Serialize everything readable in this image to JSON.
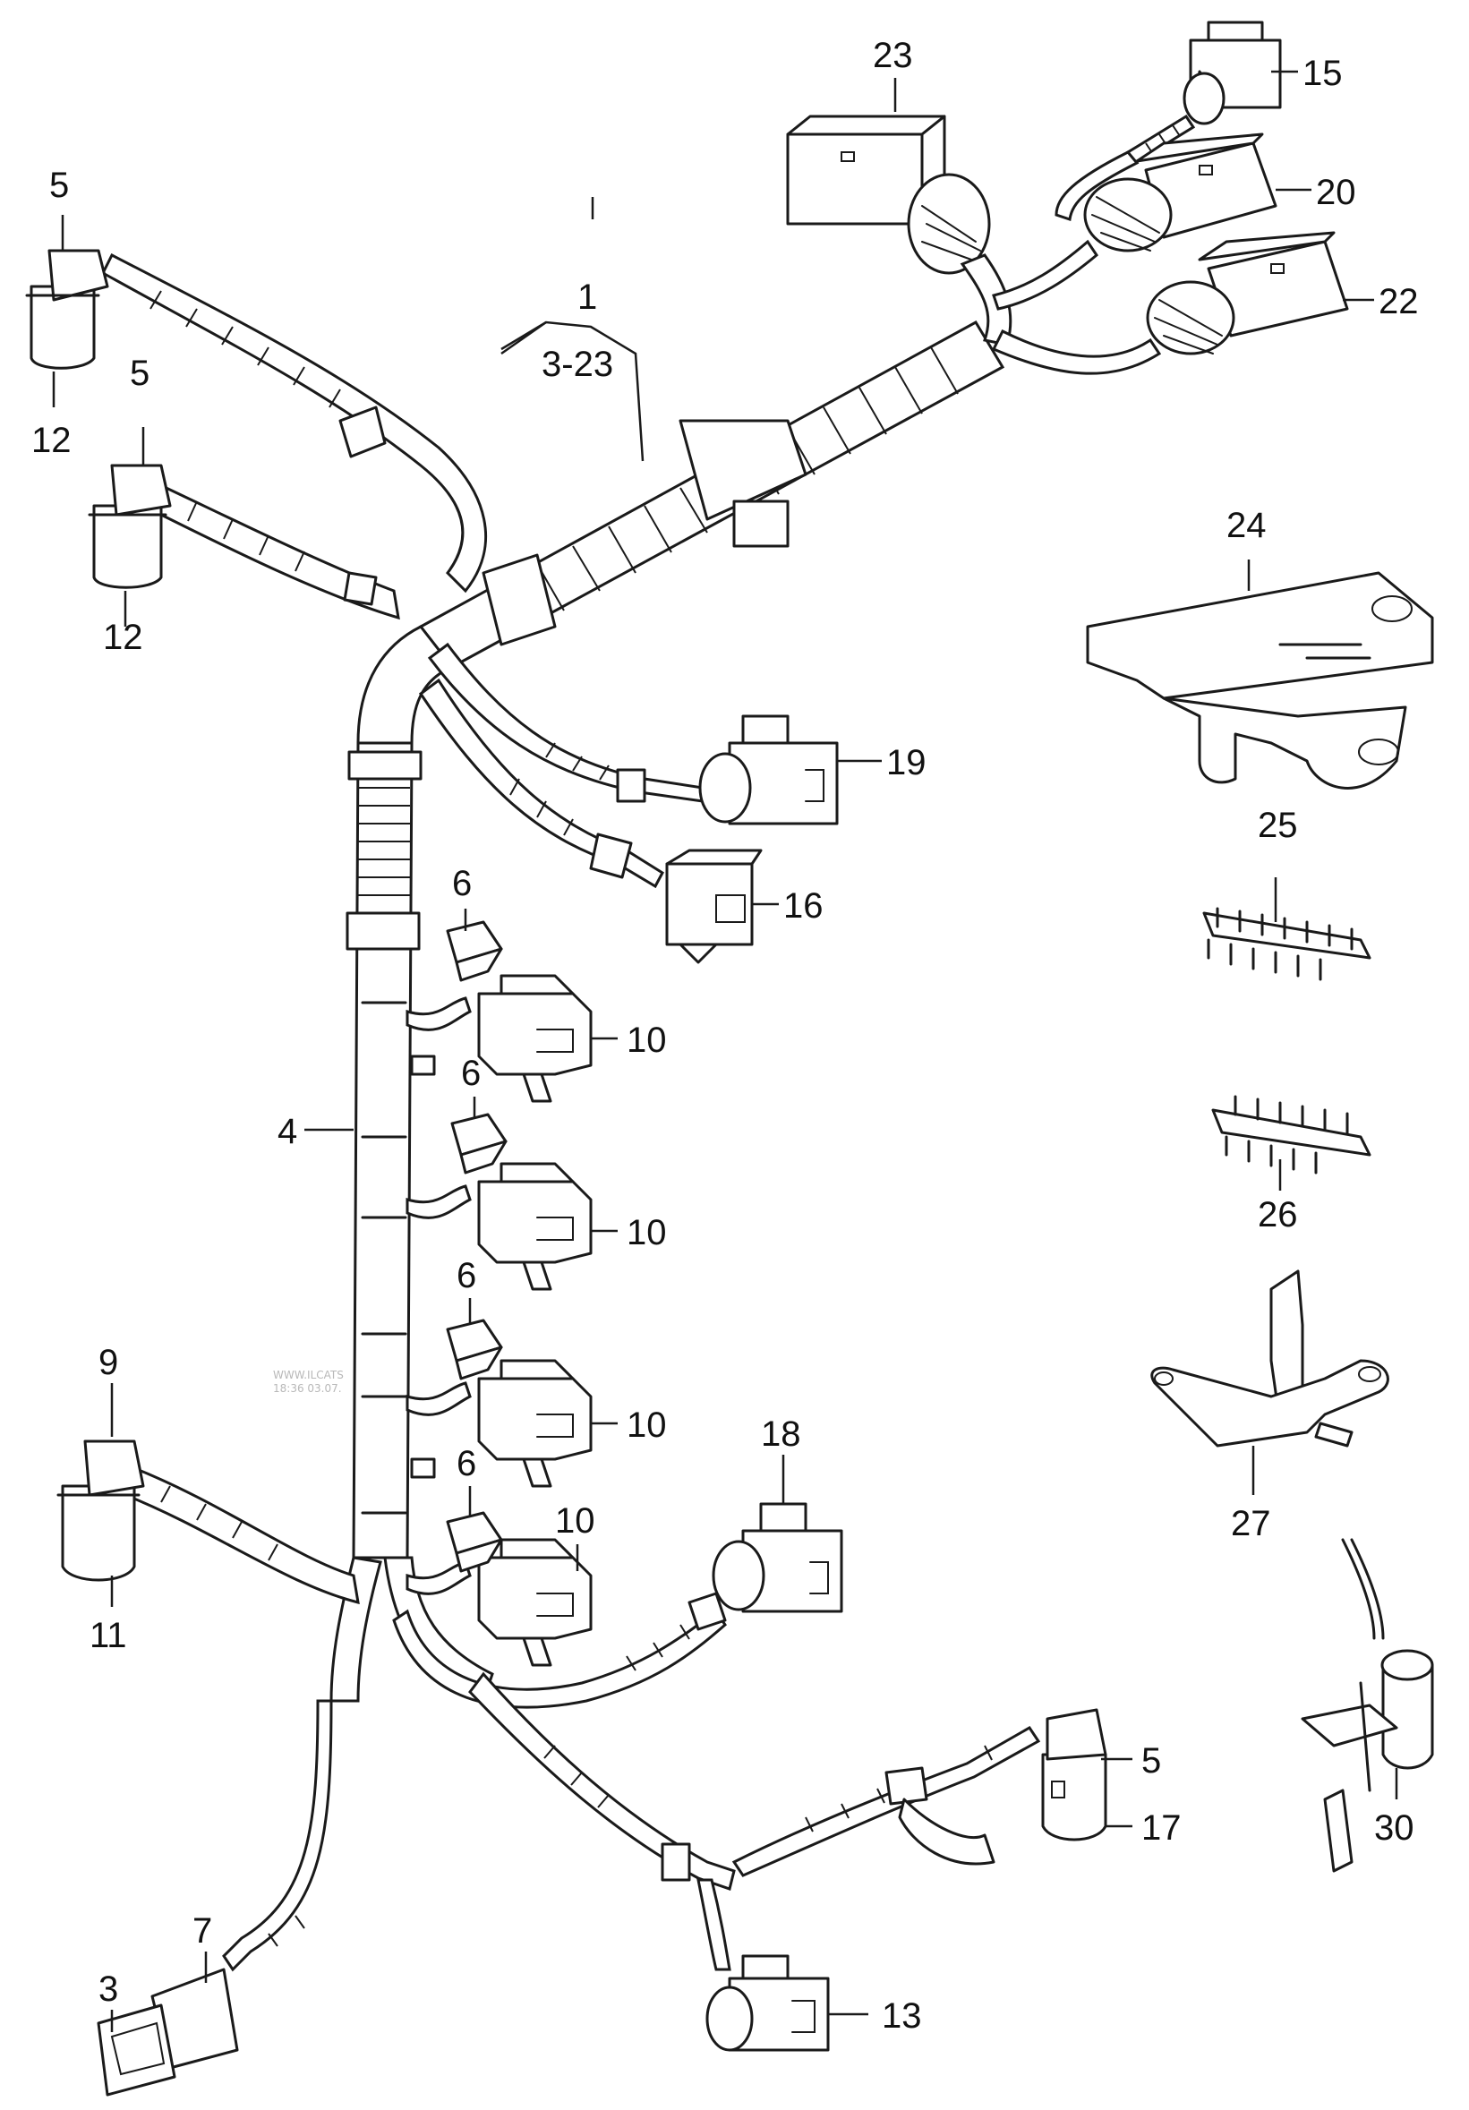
{
  "watermark": {
    "line1": "WWW.ILCATS",
    "line2": "18:36 03.07."
  },
  "group_label": {
    "number": "1",
    "range": "3-23"
  },
  "callouts": {
    "c3": "3",
    "c4": "4",
    "c5a": "5",
    "c5b": "5",
    "c5c": "5",
    "c6a": "6",
    "c6b": "6",
    "c6c": "6",
    "c6d": "6",
    "c7": "7",
    "c9": "9",
    "c10a": "10",
    "c10b": "10",
    "c10c": "10",
    "c10d": "10",
    "c11": "11",
    "c12a": "12",
    "c12b": "12",
    "c13": "13",
    "c15": "15",
    "c16": "16",
    "c17": "17",
    "c18": "18",
    "c19": "19",
    "c20": "20",
    "c22": "22",
    "c23": "23",
    "c24": "24",
    "c25": "25",
    "c26": "26",
    "c27": "27",
    "c30": "30"
  }
}
